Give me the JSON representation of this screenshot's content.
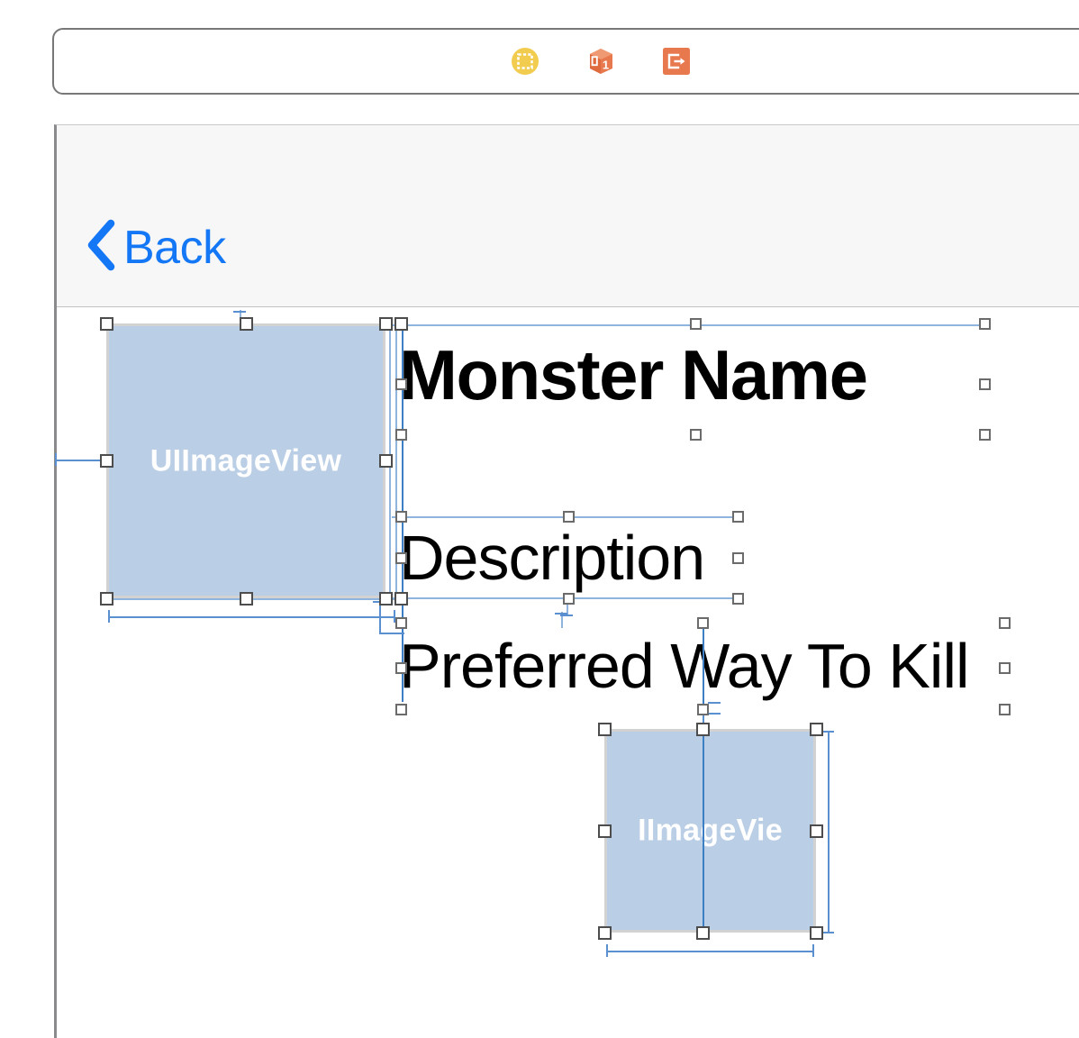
{
  "scene": {
    "dock": {
      "icons": [
        {
          "name": "view-controller-icon",
          "label": "View Controller",
          "color": "#f2c94c"
        },
        {
          "name": "first-responder-icon",
          "label": "First Responder",
          "color": "#e8794f",
          "badge": "1"
        },
        {
          "name": "exit-icon",
          "label": "Exit",
          "color": "#e8794f"
        }
      ]
    },
    "nav_bar": {
      "back_button": {
        "label": "Back",
        "icon": "chevron-left-icon",
        "color": "#1477f5"
      }
    },
    "objects": [
      {
        "id": "monster-image-view",
        "type": "UIImageView",
        "label": "UIImageView",
        "fill": "#bacee6",
        "border": "#d2d2d2",
        "selected": true
      },
      {
        "id": "monster-name-label",
        "type": "UILabel",
        "label": "Monster Name",
        "style": "title",
        "selected": true
      },
      {
        "id": "description-label",
        "type": "UILabel",
        "label": "Description",
        "style": "body",
        "selected": true
      },
      {
        "id": "preferred-way-to-kill-label",
        "type": "UILabel",
        "label": "Preferred Way To Kill",
        "style": "body",
        "selected": true
      },
      {
        "id": "kill-image-view",
        "type": "UIImageView",
        "label": "UIImageView",
        "clipped_label": "IImageVie",
        "fill": "#bacee6",
        "border": "#d2d2d2",
        "selected": true
      }
    ],
    "colors": {
      "canvas_background": "#ffffff",
      "nav_bar_background": "#f7f7f7",
      "constraint_line": "#5a8fd0",
      "handle_fill": "#ffffff",
      "handle_stroke": "#4d4d4d",
      "ios_blue": "#1477f5",
      "imageview_fill": "#bacee6"
    }
  }
}
